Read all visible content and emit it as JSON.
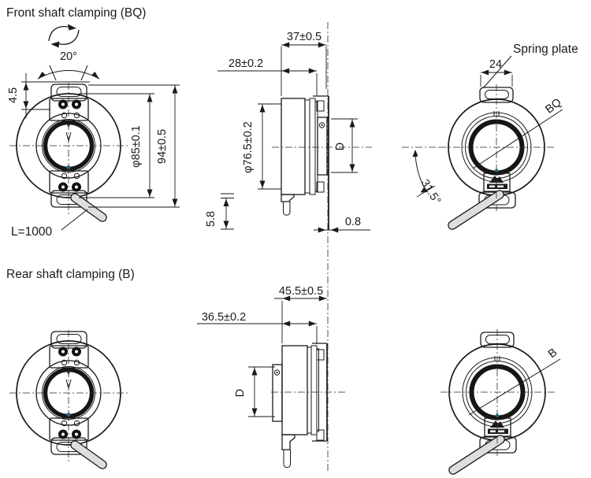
{
  "drawing": {
    "front_section": {
      "title": "Front shaft clamping (BQ)",
      "dims": {
        "rotation_angle": "20°",
        "spring_offset": "4.5",
        "flange_dia": "φ85±0.1",
        "overall_height": "94±0.5",
        "cable_length": "L=1000",
        "depth_total": "37±0.5",
        "depth_body": "28±0.2",
        "body_dia": "φ76.5±0.2",
        "shaft_depth": "D",
        "cable_stub": "5.8",
        "mount_gap": "0.8",
        "spring_width": "24",
        "cable_angle": "31.5°"
      },
      "labels": {
        "spring_plate": "Spring plate",
        "variant": "BQ"
      }
    },
    "rear_section": {
      "title": "Rear shaft clamping (B)",
      "dims": {
        "depth_total": "45.5±0.5",
        "depth_body": "36.5±0.2",
        "shaft_depth": "D"
      },
      "labels": {
        "variant": "B"
      }
    },
    "colors": {
      "line": "#1a1a1a",
      "body_fill": "#ececec",
      "panel_fill": "#e2e2e2",
      "cable_fill": "#dcdcdc",
      "index_marker": "#1d8295"
    }
  }
}
